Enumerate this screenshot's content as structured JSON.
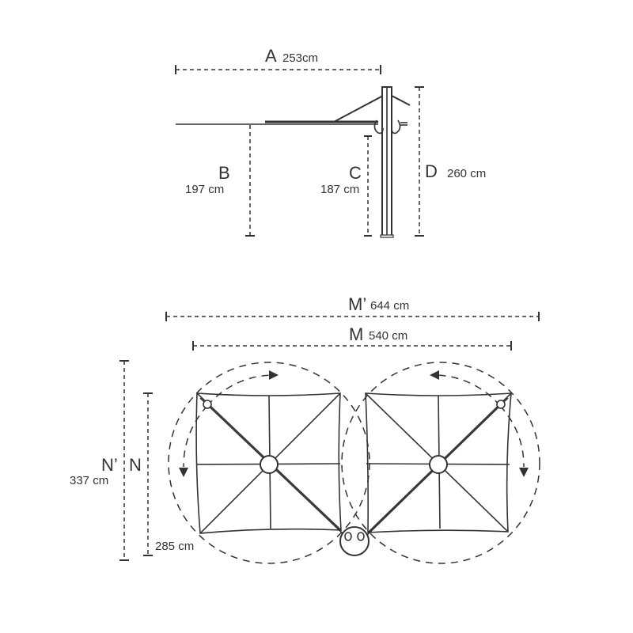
{
  "side_view": {
    "A": {
      "letter": "A",
      "value": "253cm"
    },
    "B": {
      "letter": "B",
      "value": "197 cm"
    },
    "C": {
      "letter": "C",
      "value": "187 cm"
    },
    "D": {
      "letter": "D",
      "value": "260 cm"
    }
  },
  "top_view": {
    "M_prime": {
      "letter": "M’",
      "value": "644 cm"
    },
    "M": {
      "letter": "M",
      "value": "540 cm"
    },
    "N_prime": {
      "letter": "N’",
      "value": "337 cm"
    },
    "N": {
      "letter": "N",
      "value": "285 cm"
    }
  },
  "colors": {
    "ink": "#333333",
    "background": "#ffffff"
  }
}
